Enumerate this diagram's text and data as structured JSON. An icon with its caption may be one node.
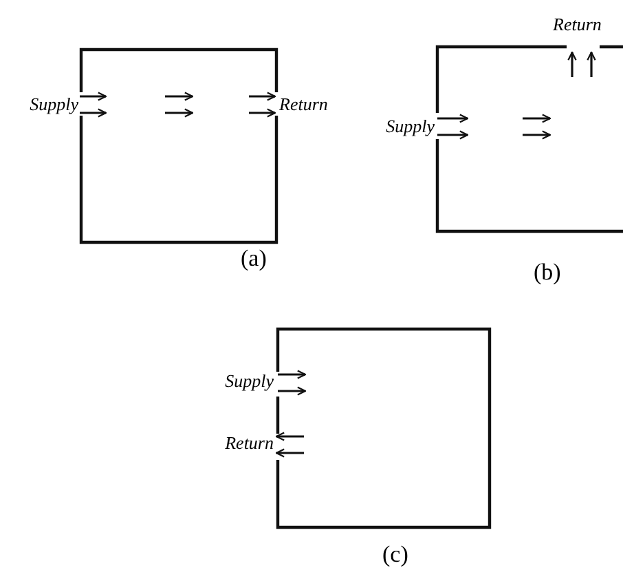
{
  "diagram": {
    "nodes": [
      {
        "text": [],
        "shape": "box",
        "beside": [
          "(a)"
        ]
      },
      {
        "text": [],
        "shape": "box",
        "beside": [
          "(b)"
        ]
      },
      {
        "text": [],
        "shape": "box",
        "beside": [
          "(c)"
        ]
      }
    ],
    "labels": [
      "Supply",
      "Return",
      "Return",
      "Supply",
      "Supply",
      "Return"
    ]
  }
}
